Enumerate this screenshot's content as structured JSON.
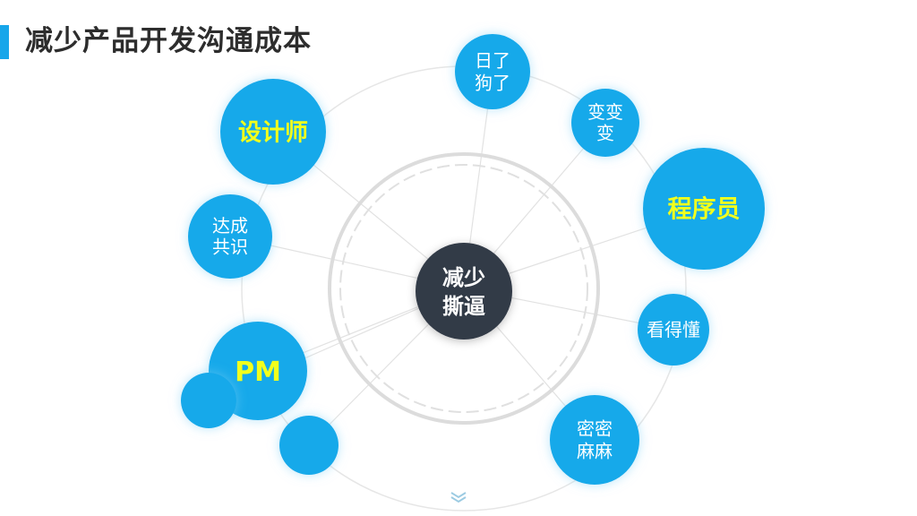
{
  "title": "减少产品开发沟通成本",
  "colors": {
    "accent": "#17a6ea",
    "node": "#12a9ea",
    "center": "#333a47",
    "highlight_text": "#f2ff1c",
    "normal_text": "#ffffff",
    "ring": "#e3e3e3"
  },
  "center": {
    "lines": [
      "减少",
      "撕逼"
    ]
  },
  "nodes": [
    {
      "id": "rile",
      "lines": [
        "日了",
        "狗了"
      ],
      "emphasis": false
    },
    {
      "id": "bianbian",
      "lines": [
        "变变",
        "变"
      ],
      "emphasis": false
    },
    {
      "id": "chengxuyuan",
      "lines": [
        "程序员"
      ],
      "emphasis": true
    },
    {
      "id": "kandedong",
      "lines": [
        "看得懂"
      ],
      "emphasis": false
    },
    {
      "id": "mimi",
      "lines": [
        "密密",
        "麻麻"
      ],
      "emphasis": false
    },
    {
      "id": "blank-bottom",
      "lines": [],
      "emphasis": false
    },
    {
      "id": "pm",
      "lines": [
        "PM"
      ],
      "emphasis": true
    },
    {
      "id": "blank-left",
      "lines": [],
      "emphasis": false
    },
    {
      "id": "dacheng",
      "lines": [
        "达成",
        "共识"
      ],
      "emphasis": false
    },
    {
      "id": "shejishi",
      "lines": [
        "设计师"
      ],
      "emphasis": true
    }
  ],
  "scroll_hint_icon": "double-chevron-down-icon"
}
